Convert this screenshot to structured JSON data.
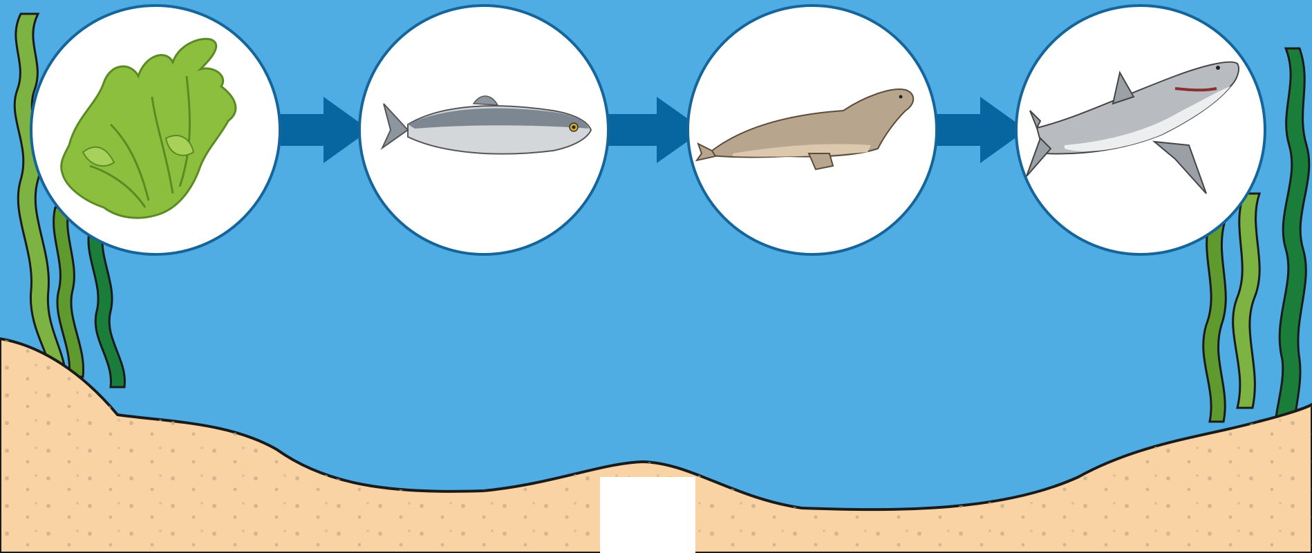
{
  "diagram": {
    "type": "food-chain",
    "nodes": [
      {
        "id": "seaweed",
        "icon": "seaweed-icon"
      },
      {
        "id": "fish",
        "icon": "sardine-fish-icon"
      },
      {
        "id": "seal",
        "icon": "seal-icon"
      },
      {
        "id": "shark",
        "icon": "shark-icon"
      }
    ],
    "arrows": [
      {
        "from": "seaweed",
        "to": "fish"
      },
      {
        "from": "fish",
        "to": "seal"
      },
      {
        "from": "seal",
        "to": "shark"
      }
    ]
  },
  "colors": {
    "water": "#4fade3",
    "sand": "#fad3a4",
    "arrow": "#07659f",
    "circle_border": "#16659a",
    "seaweed_light": "#7cb342",
    "seaweed_dark": "#1b7d3a"
  }
}
